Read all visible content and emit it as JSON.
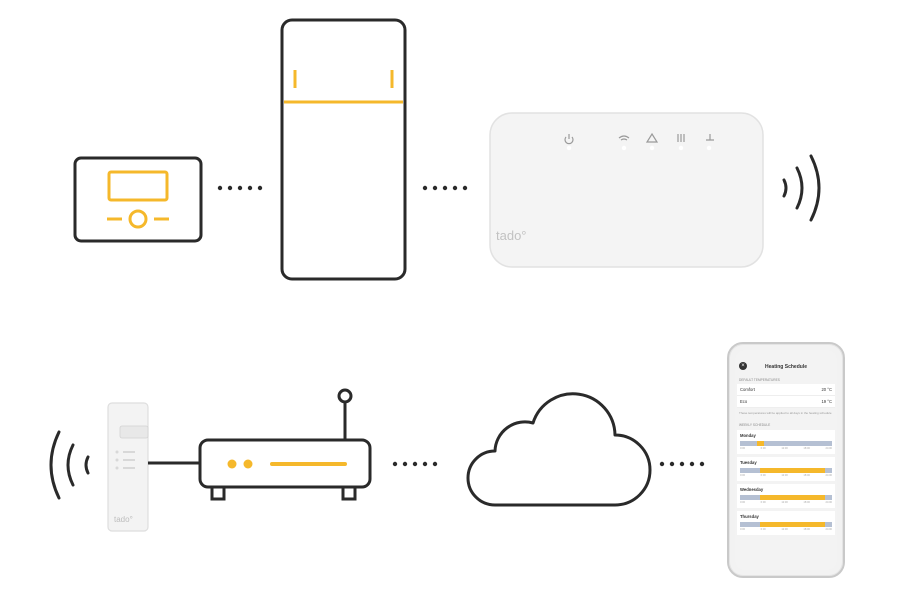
{
  "brand": {
    "logo_text": "tado°"
  },
  "colors": {
    "accent": "#f5b82b",
    "outline": "#2a2a2a",
    "device": "#f4f4f4",
    "led": "#ffffff"
  },
  "hub": {
    "icons": [
      "power-icon",
      "wifi-icon",
      "warning-icon",
      "heat-icon",
      "antenna-icon"
    ]
  },
  "phone": {
    "title": "Heating Schedule",
    "section_defaults": "DEFAULT TEMPERATURES",
    "temps": [
      {
        "label": "Comfort",
        "value": "20 °C"
      },
      {
        "label": "Eco",
        "value": "19 °C"
      }
    ],
    "note": "These temperatures will be applied to all days in the heating schedule",
    "section_weekly": "WEEKLY SCHEDULE",
    "days": [
      {
        "name": "Monday",
        "fills": [
          [
            0.18,
            0.26
          ]
        ]
      },
      {
        "name": "Tuesday",
        "fills": [
          [
            0.22,
            0.92
          ]
        ]
      },
      {
        "name": "Wednesday",
        "fills": [
          [
            0.22,
            0.92
          ]
        ]
      },
      {
        "name": "Thursday",
        "fills": [
          [
            0.22,
            0.92
          ]
        ]
      }
    ],
    "ticks": [
      "0:00",
      "6:00",
      "12:00",
      "18:00",
      "24:00"
    ]
  }
}
